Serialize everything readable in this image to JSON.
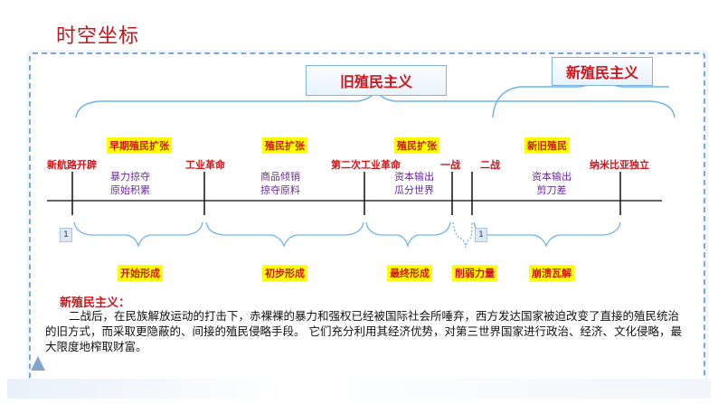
{
  "page": {
    "title": "时空坐标"
  },
  "top_boxes": {
    "old": "旧殖民主义",
    "new": "新殖民主义"
  },
  "events": [
    "新航路开辟",
    "工业革命",
    "第二次工业革命",
    "一战",
    "二战",
    "纳米比亚独立"
  ],
  "phase_tags": [
    "早期殖民扩张",
    "殖民扩张",
    "殖民扩张",
    "新旧殖民"
  ],
  "means": [
    "暴力掠夺\n原始积累",
    "商品倾销\n掠夺原料",
    "资本输出\n瓜分世界",
    "资本输出\n剪刀差"
  ],
  "markers": [
    "1",
    "1"
  ],
  "stages": [
    "开始形成",
    "初步形成",
    "最终形成",
    "削弱力量",
    "崩溃瓦解"
  ],
  "paragraph": {
    "heading": "新殖民主义：",
    "body": "二战后，在民族解放运动的打击下，赤裸裸的暴力和强权已经被国际社会所唾弃，西方发达国家被迫改变了直接的殖民统治的旧方式，而采取更隐蔽的、间接的殖民侵略手段。   它们充分利用其经济优势，对第三世界国家进行政治、经济、文化侵略，最大限度地榨取财富。"
  }
}
